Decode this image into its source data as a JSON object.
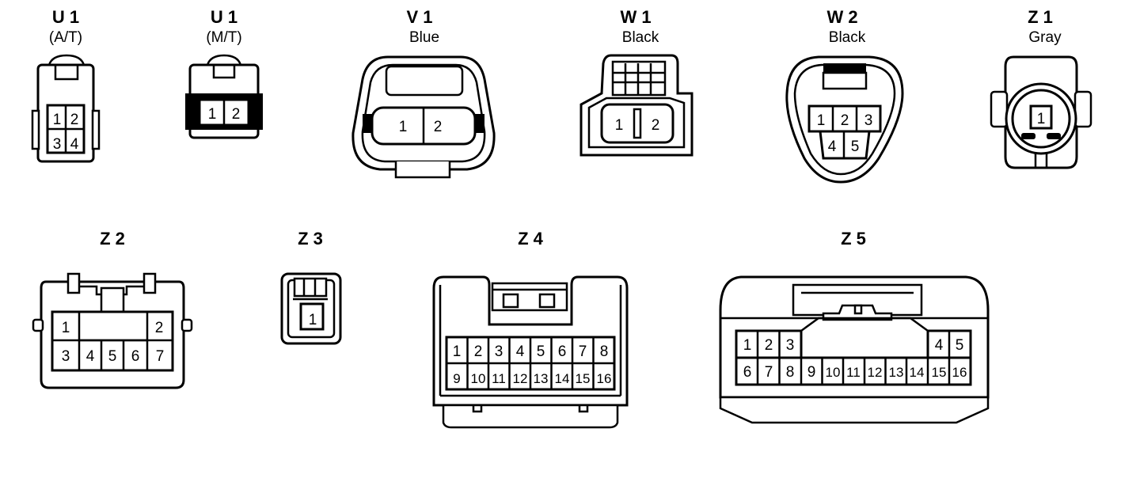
{
  "connectors": {
    "u1_at": {
      "id": "U 1",
      "note": "(A/T)",
      "pins": [
        "1",
        "2",
        "3",
        "4"
      ]
    },
    "u1_mt": {
      "id": "U 1",
      "note": "(M/T)",
      "pins": [
        "1",
        "2"
      ]
    },
    "v1": {
      "id": "V 1",
      "color": "Blue",
      "pins": [
        "1",
        "2"
      ]
    },
    "w1": {
      "id": "W 1",
      "color": "Black",
      "pins": [
        "1",
        "2"
      ]
    },
    "w2": {
      "id": "W 2",
      "color": "Black",
      "pins": [
        "1",
        "2",
        "3",
        "4",
        "5"
      ]
    },
    "z1": {
      "id": "Z 1",
      "color": "Gray",
      "pins": [
        "1"
      ]
    },
    "z2": {
      "id": "Z 2",
      "pins": [
        "1",
        "2",
        "3",
        "4",
        "5",
        "6",
        "7"
      ]
    },
    "z3": {
      "id": "Z 3",
      "pins": [
        "1"
      ]
    },
    "z4": {
      "id": "Z 4",
      "pins": [
        "1",
        "2",
        "3",
        "4",
        "5",
        "6",
        "7",
        "8",
        "9",
        "10",
        "11",
        "12",
        "13",
        "14",
        "15",
        "16"
      ]
    },
    "z5": {
      "id": "Z 5",
      "pins": [
        "1",
        "2",
        "3",
        "4",
        "5",
        "6",
        "7",
        "8",
        "9",
        "10",
        "11",
        "12",
        "13",
        "14",
        "15",
        "16"
      ]
    }
  }
}
